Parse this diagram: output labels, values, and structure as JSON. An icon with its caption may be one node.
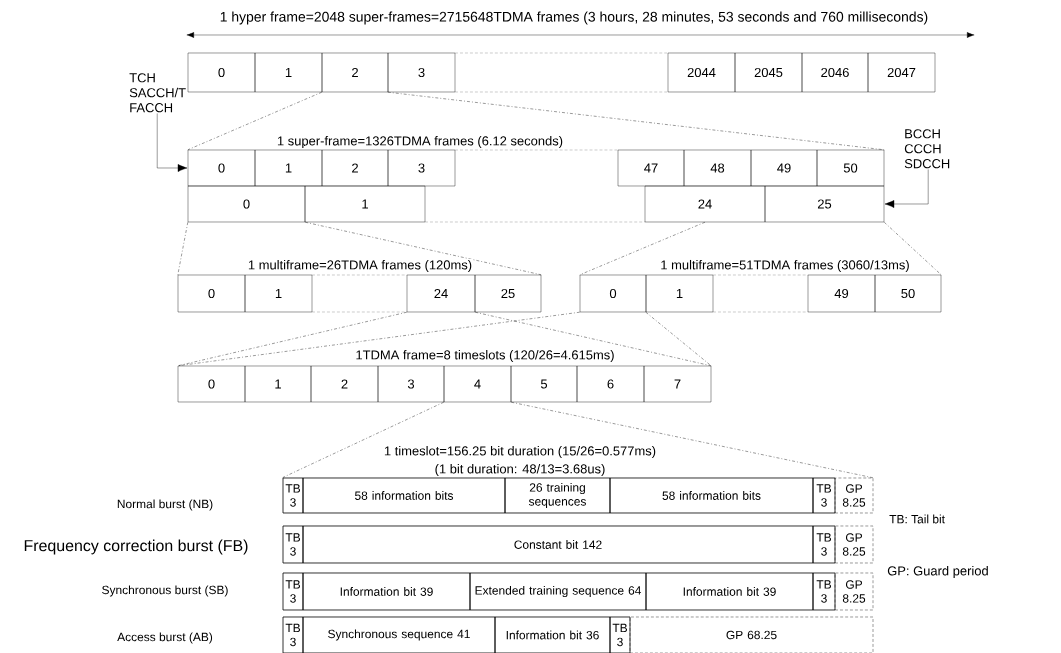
{
  "diagram": {
    "nodes": [
      {
        "text": [
          "0"
        ]
      },
      {
        "text": [
          "1"
        ]
      },
      {
        "text": [
          "2"
        ]
      },
      {
        "text": [
          "3"
        ]
      },
      {
        "text": [
          "2044"
        ]
      },
      {
        "text": [
          "2045"
        ]
      },
      {
        "text": [
          "2046"
        ]
      },
      {
        "text": [
          "2047"
        ]
      },
      {
        "text": [
          "TCH SACCH/T FACCH"
        ]
      },
      {
        "text": [
          "BCCH CCCH SDCCH"
        ]
      },
      {
        "text": [
          "0"
        ]
      },
      {
        "text": [
          "1"
        ]
      },
      {
        "text": [
          "2"
        ]
      },
      {
        "text": [
          "3"
        ]
      },
      {
        "text": [
          "47"
        ]
      },
      {
        "text": [
          "48"
        ]
      },
      {
        "text": [
          "49"
        ]
      },
      {
        "text": [
          "50"
        ]
      },
      {
        "text": [
          "0"
        ]
      },
      {
        "text": [
          "1"
        ]
      },
      {
        "text": [
          "24"
        ]
      },
      {
        "text": [
          "25"
        ]
      },
      {
        "text": [
          "0"
        ]
      },
      {
        "text": [
          "1"
        ]
      },
      {
        "text": [
          "24"
        ]
      },
      {
        "text": [
          "25"
        ]
      },
      {
        "text": [
          "0"
        ]
      },
      {
        "text": [
          "1"
        ]
      },
      {
        "text": [
          "49"
        ]
      },
      {
        "text": [
          "50"
        ]
      },
      {
        "text": [
          "0"
        ]
      },
      {
        "text": [
          "1"
        ]
      },
      {
        "text": [
          "2"
        ]
      },
      {
        "text": [
          "3"
        ]
      },
      {
        "text": [
          "4"
        ]
      },
      {
        "text": [
          "5"
        ]
      },
      {
        "text": [
          "6"
        ]
      },
      {
        "text": [
          "7"
        ]
      },
      {
        "text": [
          "TB 3"
        ]
      },
      {
        "text": [
          "58 information bits"
        ]
      },
      {
        "text": [
          "26 training sequences"
        ]
      },
      {
        "text": [
          "58 information bits"
        ]
      },
      {
        "text": [
          "TB 3"
        ]
      },
      {
        "text": [
          "GP 8.25"
        ]
      },
      {
        "text": [
          "TB 3"
        ]
      },
      {
        "text": [
          "Constant bit 142"
        ]
      },
      {
        "text": [
          "TB 3"
        ]
      },
      {
        "text": [
          "GP 8.25"
        ]
      },
      {
        "text": [
          "TB 3"
        ]
      },
      {
        "text": [
          "Information bit 39"
        ]
      },
      {
        "text": [
          "Extended training sequence 64"
        ]
      },
      {
        "text": [
          "Information bit 39"
        ]
      },
      {
        "text": [
          "TB 3"
        ]
      },
      {
        "text": [
          "GP 8.25"
        ]
      },
      {
        "text": [
          "TB 3"
        ]
      },
      {
        "text": [
          "Synchronous sequence 41"
        ]
      },
      {
        "text": [
          "Information bit 36"
        ]
      },
      {
        "text": [
          "TB 3"
        ]
      },
      {
        "text": [
          "GP 68.25"
        ]
      }
    ],
    "edges": [
      {
        "from": 8,
        "to": 10,
        "arrow": "to"
      },
      {
        "from": 9,
        "to": 21,
        "arrow": "to"
      },
      {
        "from": 2,
        "to": 10,
        "arrow": "none",
        "style": "dashed"
      },
      {
        "from": 3,
        "to": 17,
        "arrow": "none",
        "style": "dashed"
      },
      {
        "from": 18,
        "to": 22,
        "arrow": "none",
        "style": "dashed"
      },
      {
        "from": 18,
        "to": 25,
        "arrow": "none",
        "style": "dashed"
      },
      {
        "from": 20,
        "to": 26,
        "arrow": "none",
        "style": "dashed"
      },
      {
        "from": 21,
        "to": 29,
        "arrow": "none",
        "style": "dashed"
      },
      {
        "from": 24,
        "to": 30,
        "arrow": "none",
        "style": "dashed"
      },
      {
        "from": 24,
        "to": 37,
        "arrow": "none",
        "style": "dashed"
      },
      {
        "from": 26,
        "to": 30,
        "arrow": "none",
        "style": "dashed"
      },
      {
        "from": 27,
        "to": 37,
        "arrow": "none",
        "style": "dashed"
      },
      {
        "from": 34,
        "to": 38,
        "arrow": "none",
        "style": "dashed"
      },
      {
        "from": 34,
        "to": 43,
        "arrow": "none",
        "style": "dashed"
      }
    ],
    "labels": [
      "1 hyper frame=2048 super-frames=2715648TDMA frames (3 hours, 28 minutes, 53 seconds and 760 milliseconds)",
      "1 super-frame=1326TDMA frames (6.12 seconds)",
      "1 multiframe=26TDMA frames (120ms)",
      "1 multiframe=51TDMA frames (3060/13ms)",
      "1TDMA frame=8 timeslots (120/26=4.615ms)",
      "1 timeslot=156.25 bit duration (15/26=0.577ms)",
      "(1 bit duration: 48/13=3.68us)",
      "Normal burst (NB)",
      "TB: Tail bit",
      "Frequency correction burst (FB)",
      "GP: Guard period",
      "Synchronous burst (SB)",
      "Access burst (AB)"
    ]
  }
}
